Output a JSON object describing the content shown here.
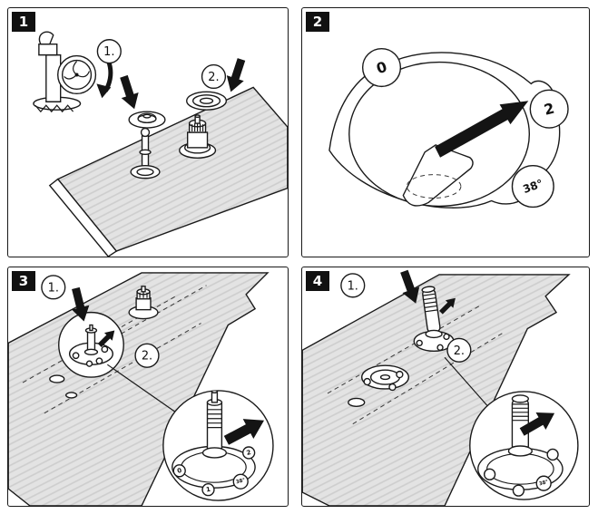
{
  "colors": {
    "ink": "#1a1a1a",
    "panel_bg": "#ffffff",
    "slab_fill": "#e3e3e3",
    "badge_bg": "#111111",
    "badge_fg": "#ffffff"
  },
  "panels": [
    {
      "badge": "1",
      "labels": {
        "step1": "1.",
        "step2": "2."
      }
    },
    {
      "badge": "2",
      "dial": {
        "zero": "0",
        "two": "2",
        "temp": "38°"
      }
    },
    {
      "badge": "3",
      "labels": {
        "step1": "1.",
        "step2": "2."
      },
      "inset": {
        "zero": "0",
        "two": "2",
        "temp": "38°",
        "one": "1"
      }
    },
    {
      "badge": "4",
      "labels": {
        "step1": "1.",
        "step2": "2."
      },
      "inset": {
        "temp": "38°"
      }
    }
  ]
}
